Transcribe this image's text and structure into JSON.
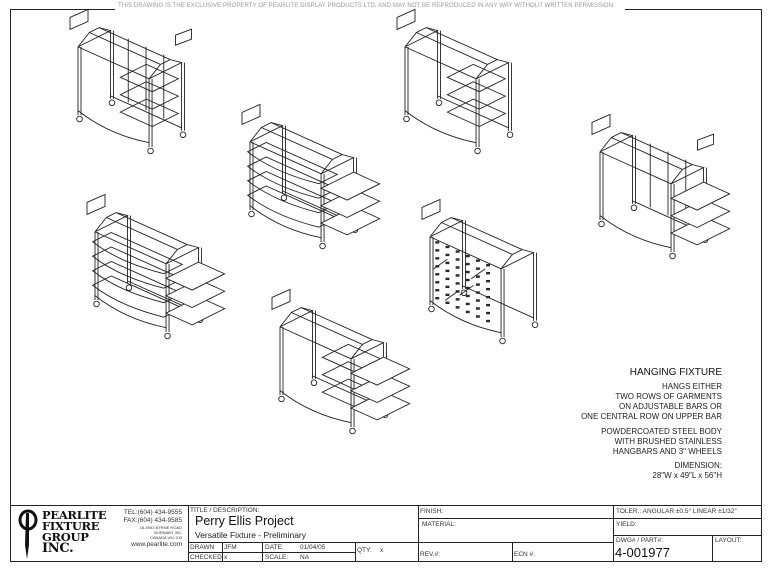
{
  "notice": "THIS DRAWING IS THE EXCLUSIVE PROPERTY OF PEARLITE DISPLAY PRODUCTS LTD. AND MAY NOT BE REPRODUCED IN ANY WAY WITHOUT WRITTEN PERMISSION",
  "notes": {
    "title": "HANGING FIXTURE",
    "para1": [
      "HANGS EITHER",
      "TWO ROWS OF GARMENTS",
      "ON ADJUSTABLE BARS OR",
      "ONE CENTRAL ROW ON UPPER BAR"
    ],
    "para2": [
      "POWDERCOATED STEEL BODY",
      "WITH BRUSHED STAINLESS",
      "HANGBARS AND 3\" WHEELS"
    ],
    "dimension_label": "DIMENSION:",
    "dimension_value": "28\"W x 49\"L x 56\"H"
  },
  "company": {
    "logo_lines": [
      "PEARLITE",
      "FIXTURE",
      "GROUP",
      "INC."
    ],
    "tel": "TEL:(604) 434-9555",
    "fax": "FAX:(604) 434-9585",
    "address": [
      "16-5953 BYRNE ROAD",
      "BURNABY, BC.",
      "CANADA V5J 3J3"
    ],
    "website": "www.pearlite.com"
  },
  "title_block": {
    "title_label": "TITLE / DESCRIPTION:",
    "title": "Perry Ellis Project",
    "description": "Versatile Fixture - Preliminary",
    "drawn_label": "DRAWN",
    "drawn_value": "JFM",
    "date_label": "DATE:",
    "date_value": "01/04/05",
    "qty_label": "QTY:",
    "qty_value": "x",
    "checked_label": "CHECKED",
    "checked_value": "x",
    "scale_label": "SCALE:",
    "scale_value": "NA",
    "finish_label": "FINISH:",
    "material_label": "MATERIAL:",
    "rev_label": "REV.#:",
    "ecn_label": "ECN #:",
    "toler_label": "TOLER.: ANGULAR ±0.5°  LINEAR ±1/32\"",
    "yield_label": "YIELD:",
    "dwg_label": "DWG# / PART#:",
    "dwg_value": "4-001977",
    "layout_label": "LAYOUT:"
  },
  "fixtures": [
    {
      "variant": "panel-end-shelves-none"
    },
    {
      "variant": "end-shelves"
    },
    {
      "variant": "front-shelves-side-shelves"
    },
    {
      "variant": "panel-side-shelves"
    },
    {
      "variant": "front-shelves-side-shelves"
    },
    {
      "variant": "pegboard"
    },
    {
      "variant": "end-shelves-side-shelves"
    }
  ]
}
